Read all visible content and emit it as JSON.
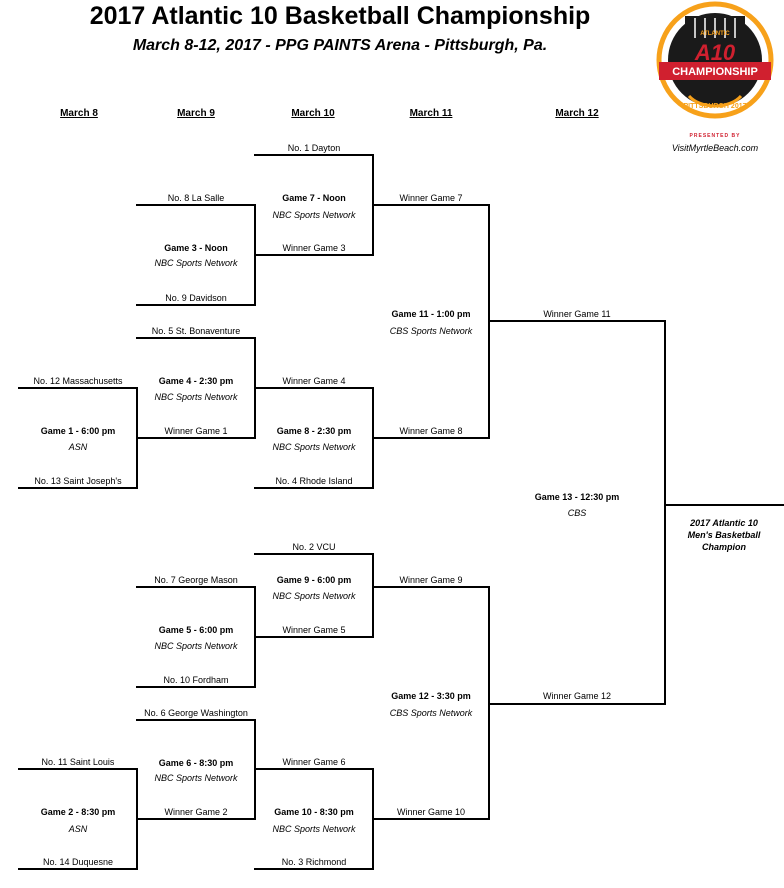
{
  "header": {
    "title": "2017 Atlantic 10 Basketball Championship",
    "subtitle": "March 8-12, 2017 - PPG PAINTS Arena - Pittsburgh, Pa."
  },
  "days": [
    "March 8",
    "March 9",
    "March 10",
    "March 11",
    "March 12"
  ],
  "logo": {
    "small_text": "ATLANTIC",
    "brand": "A10",
    "banner": "CHAMPIONSHIP",
    "ring_text": "PITTSBURGH 2017",
    "accent": "#f7a11a",
    "red": "#d0202f",
    "dark": "#1a1a1a"
  },
  "sponsor": {
    "presented": "PRESENTED BY",
    "site": "VisitMyrtleBeach.com"
  },
  "teams": {
    "s1": "No. 1 Dayton",
    "s2": "No. 2 VCU",
    "s3": "No. 3 Richmond",
    "s4": "No. 4 Rhode Island",
    "s5": "No. 5 St. Bonaventure",
    "s6": "No. 6 George Washington",
    "s7": "No. 7 George Mason",
    "s8": "No. 8 La Salle",
    "s9": "No. 9 Davidson",
    "s10": "No. 10 Fordham",
    "s11": "No. 11 Saint Louis",
    "s12": "No. 12 Massachusetts",
    "s13": "No. 13 Saint Joseph's",
    "s14": "No. 14 Duquesne"
  },
  "winners": {
    "g1": "Winner Game 1",
    "g2": "Winner Game 2",
    "g3": "Winner Game 3",
    "g4": "Winner Game 4",
    "g5": "Winner Game 5",
    "g6": "Winner Game 6",
    "g7": "Winner Game 7",
    "g8": "Winner Game 8",
    "g9": "Winner Game 9",
    "g10": "Winner Game 10",
    "g11": "Winner Game 11",
    "g12": "Winner Game 12"
  },
  "games": {
    "g1": {
      "label": "Game 1 - 6:00 pm",
      "network": "ASN"
    },
    "g2": {
      "label": "Game 2 - 8:30 pm",
      "network": "ASN"
    },
    "g3": {
      "label": "Game 3 - Noon",
      "network": "NBC Sports Network"
    },
    "g4": {
      "label": "Game 4 - 2:30 pm",
      "network": "NBC Sports Network"
    },
    "g5": {
      "label": "Game 5 - 6:00 pm",
      "network": "NBC Sports Network"
    },
    "g6": {
      "label": "Game 6 - 8:30 pm",
      "network": "NBC Sports Network"
    },
    "g7": {
      "label": "Game 7 - Noon",
      "network": "NBC Sports Network"
    },
    "g8": {
      "label": "Game 8 - 2:30 pm",
      "network": "NBC Sports Network"
    },
    "g9": {
      "label": "Game 9 - 6:00 pm",
      "network": "NBC Sports Network"
    },
    "g10": {
      "label": "Game 10 - 8:30 pm",
      "network": "NBC Sports Network"
    },
    "g11": {
      "label": "Game 11 - 1:00 pm",
      "network": "CBS Sports Network"
    },
    "g12": {
      "label": "Game 12 - 3:30 pm",
      "network": "CBS Sports Network"
    },
    "g13": {
      "label": "Game 13 - 12:30 pm",
      "network": "CBS"
    }
  },
  "champion": {
    "line1": "2017 Atlantic 10",
    "line2": "Men's Basketball",
    "line3": "Champion"
  }
}
